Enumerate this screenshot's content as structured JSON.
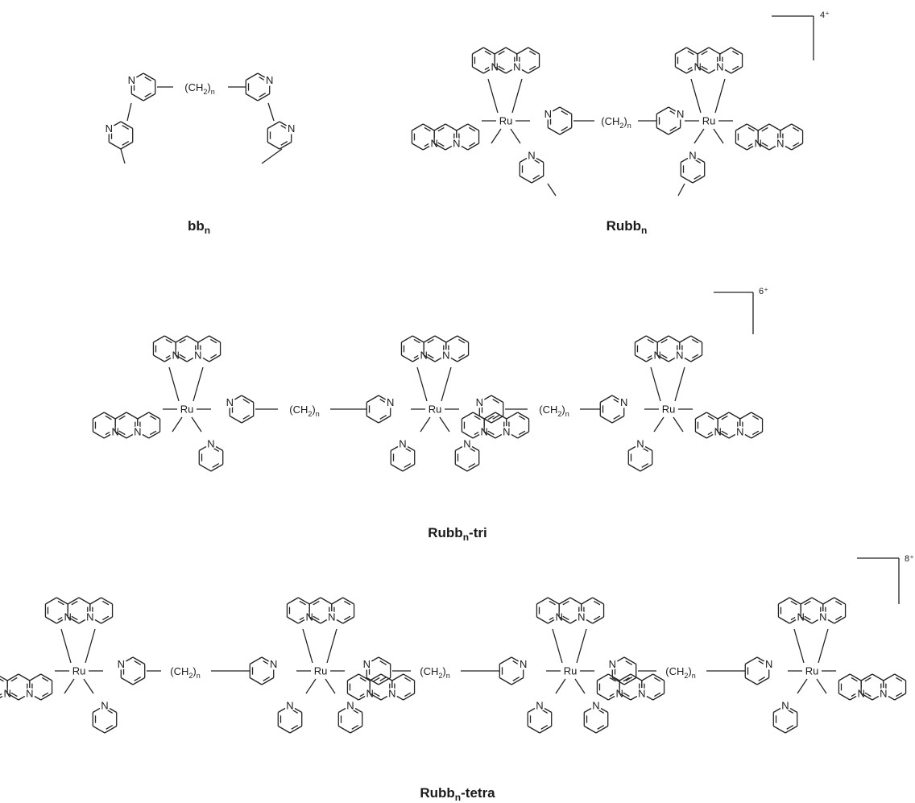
{
  "structures": [
    {
      "id": "bbn",
      "caption": {
        "main": "bb",
        "sub": "n",
        "suffix": ""
      }
    },
    {
      "id": "rubbn",
      "caption": {
        "main": "Rubb",
        "sub": "n",
        "suffix": ""
      },
      "charge": "4⁺"
    },
    {
      "id": "rubbn-tri",
      "caption": {
        "main": "Rubb",
        "sub": "n",
        "suffix": "-tri"
      },
      "charge": "6⁺"
    },
    {
      "id": "rubbn-tetra",
      "caption": {
        "main": "Rubb",
        "sub": "n",
        "suffix": "-tetra"
      },
      "charge": "8⁺"
    }
  ],
  "atom_labels": {
    "nitrogen": "N",
    "ruthenium": "Ru",
    "linker_main": "(CH",
    "linker_sub2": "2",
    "linker_close": ")",
    "linker_n": "n"
  }
}
